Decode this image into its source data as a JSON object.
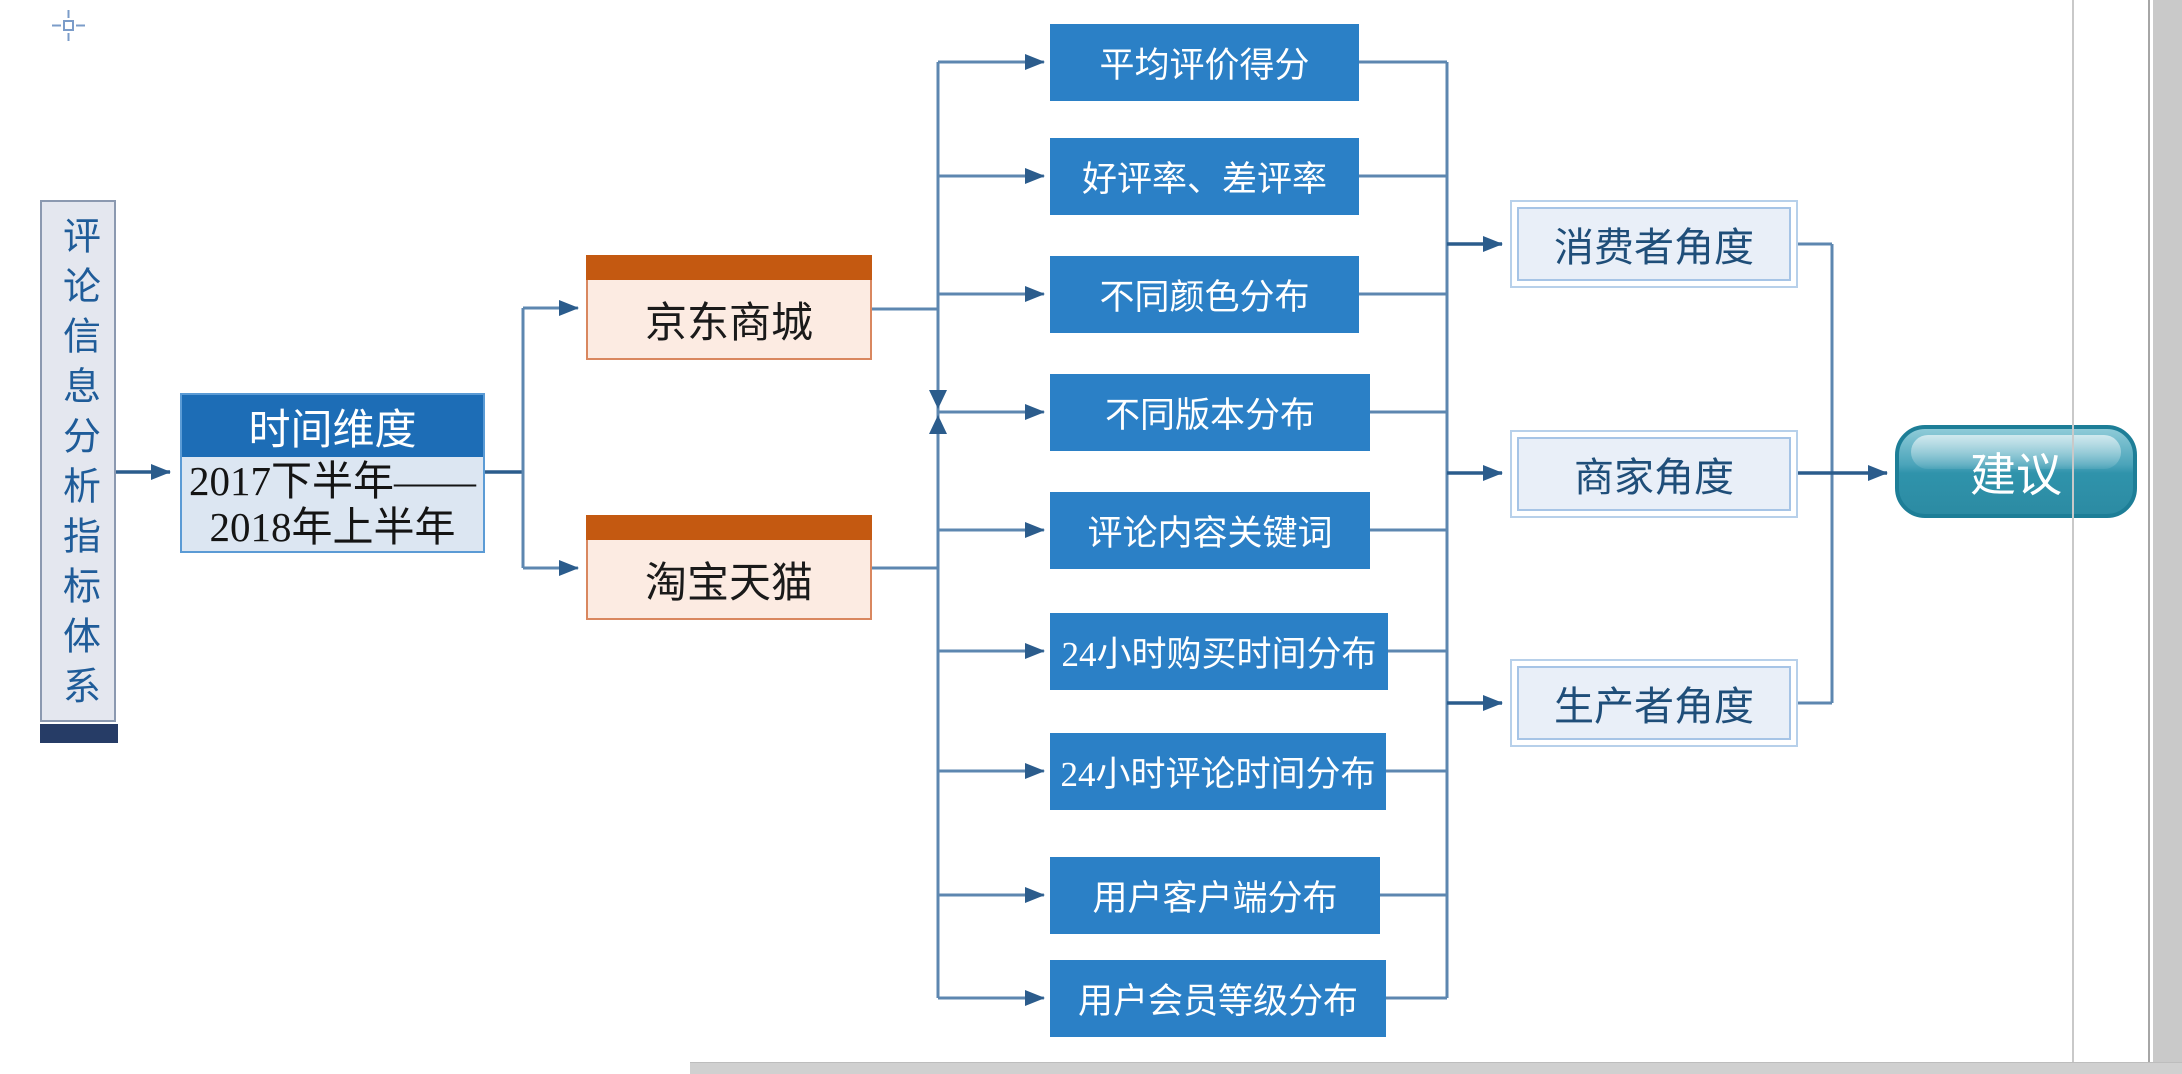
{
  "root": {
    "label": "评论信息分析指标体系"
  },
  "time": {
    "header": "时间维度",
    "range_line1": "2017下半年——",
    "range_line2": "2018年上半年"
  },
  "platforms": [
    {
      "label": "京东商城"
    },
    {
      "label": "淘宝天猫"
    }
  ],
  "metrics": [
    {
      "label": "平均评价得分"
    },
    {
      "label": "好评率、差评率"
    },
    {
      "label": "不同颜色分布"
    },
    {
      "label": "不同版本分布"
    },
    {
      "label": "评论内容关键词"
    },
    {
      "label": "24小时购买时间分布"
    },
    {
      "label": "24小时评论时间分布"
    },
    {
      "label": "用户客户端分布"
    },
    {
      "label": "用户会员等级分布"
    }
  ],
  "perspectives": [
    {
      "label": "消费者角度"
    },
    {
      "label": "商家角度"
    },
    {
      "label": "生产者角度"
    }
  ],
  "suggestion": {
    "label": "建议"
  },
  "icons": {
    "anchor": "crosshair-square-marker"
  },
  "colors": {
    "metric_blue": "#2b80c6",
    "time_header_blue": "#1d6db6",
    "platform_orange": "#c45911",
    "platform_fill": "#fcebe2",
    "root_fill": "#e4e7ef",
    "root_footer_navy": "#263c66",
    "perspective_fill": "#e9eff8",
    "suggestion_teal": "#2f93ab",
    "connector_line": "#5d87b0",
    "arrowhead": "#2b5c8c"
  }
}
